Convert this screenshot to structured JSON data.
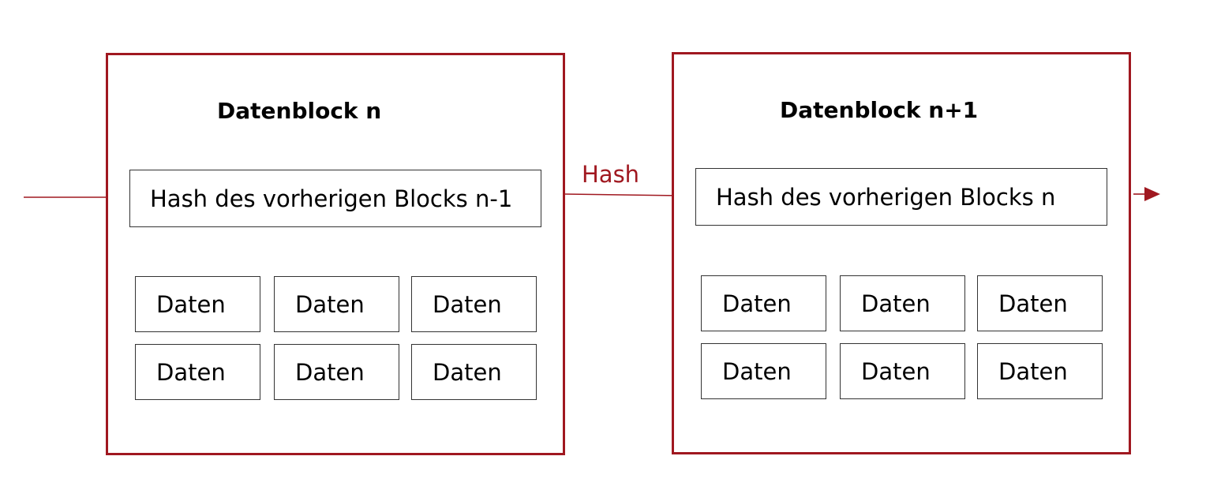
{
  "diagram": {
    "accent_color": "#a01820",
    "blocks": [
      {
        "title": "Datenblock n",
        "hash_text": "Hash des vorherigen Blocks n-1",
        "data": [
          "Daten",
          "Daten",
          "Daten",
          "Daten",
          "Daten",
          "Daten"
        ]
      },
      {
        "title": "Datenblock n+1",
        "hash_text": "Hash des vorherigen Blocks n",
        "data": [
          "Daten",
          "Daten",
          "Daten",
          "Daten",
          "Daten",
          "Daten"
        ]
      }
    ],
    "link_label": "Hash"
  }
}
